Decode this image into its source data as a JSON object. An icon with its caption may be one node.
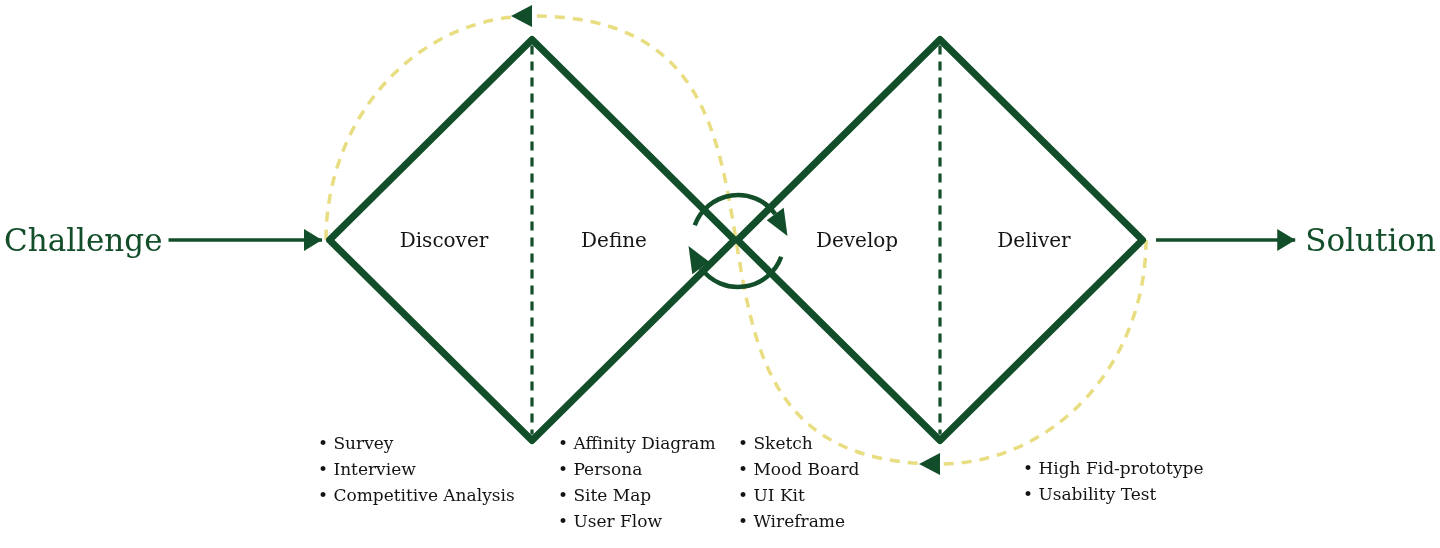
{
  "diagram": {
    "nodes": [
      {
        "text": [
          "Challenge"
        ]
      },
      {
        "text": [],
        "shape": "diamond"
      },
      {
        "text": [
          "Discover"
        ],
        "in": 1,
        "beside": [
          "• Survey",
          "• Interview",
          "• Competitive Analysis"
        ]
      },
      {
        "text": [
          "Define"
        ],
        "in": 1,
        "beside": [
          "• Affinity Diagram",
          "• Persona",
          "• Site Map",
          "• User Flow"
        ]
      },
      {
        "text": [],
        "shape": "diamond"
      },
      {
        "text": [
          "Develop"
        ],
        "in": 4,
        "beside": [
          "• Sketch",
          "• Mood Board",
          "• UI Kit",
          "• Wireframe"
        ]
      },
      {
        "text": [
          "Deliver"
        ],
        "in": 4,
        "beside": [
          "• High Fid-prototype",
          "• Usability Test"
        ]
      },
      {
        "text": [
          "Solution"
        ]
      }
    ],
    "edges": [
      {
        "from": 0,
        "to": 1,
        "arrow": "to"
      },
      {
        "from": 4,
        "to": 7,
        "arrow": "to"
      },
      {
        "from": 4,
        "to": 1,
        "arrow": "to",
        "style": "dashed",
        "color": "#e8dd80"
      }
    ]
  }
}
